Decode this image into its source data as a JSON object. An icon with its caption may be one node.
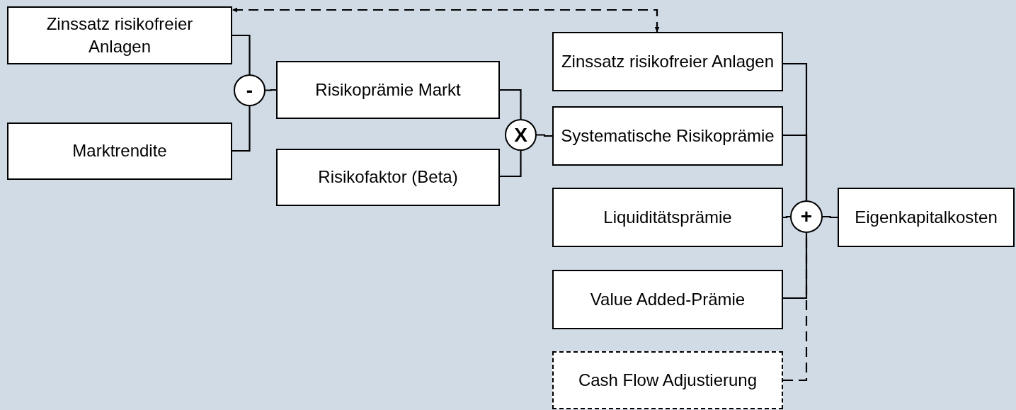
{
  "diagram": {
    "nodes": [
      {
        "text": [
          "Zinssatz risikofreier Anlagen"
        ]
      },
      {
        "text": [
          "Marktrendite"
        ]
      },
      {
        "text": [
          "-"
        ]
      },
      {
        "text": [
          "Risikoprämie Markt"
        ]
      },
      {
        "text": [
          "Risikofaktor (Beta)"
        ]
      },
      {
        "text": [
          "X"
        ]
      },
      {
        "text": [
          "Zinssatz risikofreier Anlagen"
        ]
      },
      {
        "text": [
          "Systematische Risikoprämie"
        ]
      },
      {
        "text": [
          "Liquiditätsprämie"
        ]
      },
      {
        "text": [
          "Value Added-Prämie"
        ]
      },
      {
        "text": [
          "Cash Flow Adjustierung"
        ]
      },
      {
        "text": [
          "+"
        ]
      },
      {
        "text": [
          "Eigenkapitalkosten"
        ]
      }
    ],
    "edges": [
      {
        "from": 0,
        "to": 2,
        "arrow": "none"
      },
      {
        "from": 1,
        "to": 2,
        "arrow": "none"
      },
      {
        "from": 2,
        "to": 3,
        "arrow": "none"
      },
      {
        "from": 3,
        "to": 5,
        "arrow": "none"
      },
      {
        "from": 4,
        "to": 5,
        "arrow": "none"
      },
      {
        "from": 5,
        "to": 7,
        "arrow": "none"
      },
      {
        "from": 6,
        "to": 11,
        "arrow": "none"
      },
      {
        "from": 7,
        "to": 11,
        "arrow": "none"
      },
      {
        "from": 8,
        "to": 11,
        "arrow": "none"
      },
      {
        "from": 9,
        "to": 11,
        "arrow": "none"
      },
      {
        "from": 10,
        "to": 11,
        "arrow": "none",
        "style": "dashed"
      },
      {
        "from": 11,
        "to": 12,
        "arrow": "none"
      },
      {
        "from": 6,
        "to": 0,
        "arrow": "both",
        "style": "dashed"
      }
    ]
  }
}
